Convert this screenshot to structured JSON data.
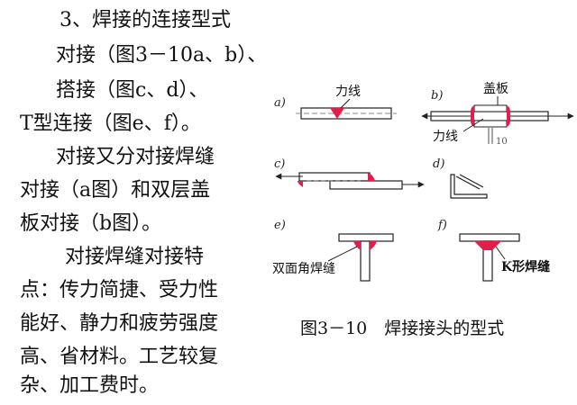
{
  "left_text": {
    "l1": "3、焊接的连接型式",
    "l2": "对接（图3－10a、b）、",
    "l3": "搭接（图c、d）、",
    "l4": "T型连接（图e、f）。",
    "l5": "对接又分对接焊缝",
    "l6": "对接（a图）和双层盖",
    "l7": "板对接（b图）。",
    "l8": "对接焊缝对接特",
    "l9": "点：传力简捷、受力性",
    "l10": "能好、静力和疲劳强度",
    "l11": "高、省材料。工艺较复",
    "l12": "杂、加工费时。"
  },
  "figure": {
    "caption": "图3－10　焊接接头的型式",
    "a_label": "a)",
    "a_force": "力线",
    "b_label": "b)",
    "b_cover": "盖板",
    "b_force": "力线",
    "b_dim": "10",
    "c_label": "c)",
    "d_label": "d)",
    "e_label": "e)",
    "e_weld": "双面角焊缝",
    "f_label": "f)",
    "f_weld": "K形焊缝"
  },
  "colors": {
    "weld": "#e0204a",
    "line": "#222222",
    "gray": "#888888"
  }
}
